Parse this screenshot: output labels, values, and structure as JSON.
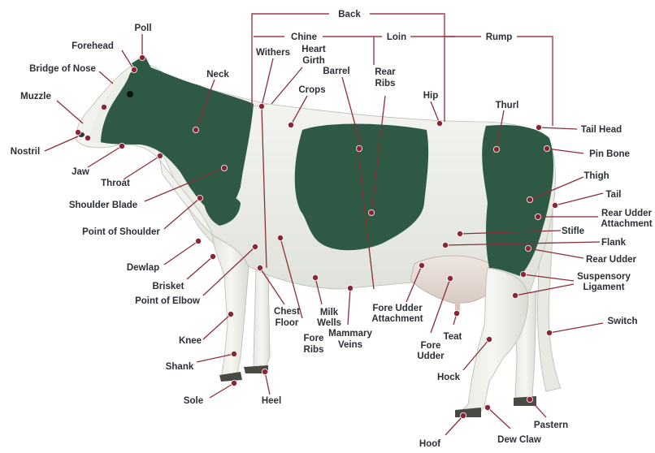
{
  "diagram": {
    "groups": {
      "back": "Back",
      "chine": "Chine",
      "loin": "Loin",
      "rump": "Rump"
    },
    "labels": {
      "poll": "Poll",
      "forehead": "Forehead",
      "bridge_of_nose": "Bridge of Nose",
      "muzzle": "Muzzle",
      "nostril": "Nostril",
      "jaw": "Jaw",
      "throat": "Throat",
      "shoulder_blade": "Shoulder Blade",
      "point_of_shoulder": "Point of Shoulder",
      "dewlap": "Dewlap",
      "brisket": "Brisket",
      "point_of_elbow": "Point of Elbow",
      "knee": "Knee",
      "shank": "Shank",
      "sole": "Sole",
      "heel": "Heel",
      "neck": "Neck",
      "withers": "Withers",
      "heart_girth_1": "Heart",
      "heart_girth_2": "Girth",
      "crops": "Crops",
      "barrel": "Barrel",
      "rear_ribs_1": "Rear",
      "rear_ribs_2": "Ribs",
      "hip": "Hip",
      "thurl": "Thurl",
      "tail_head": "Tail Head",
      "pin_bone": "Pin Bone",
      "thigh": "Thigh",
      "tail": "Tail",
      "rear_udder_attachment_1": "Rear Udder",
      "rear_udder_attachment_2": "Attachment",
      "stifle": "Stifle",
      "flank": "Flank",
      "rear_udder": "Rear Udder",
      "suspensory_ligament_1": "Suspensory",
      "suspensory_ligament_2": "Ligament",
      "switch": "Switch",
      "pastern": "Pastern",
      "dew_claw": "Dew Claw",
      "hoof": "Hoof",
      "hock": "Hock",
      "teat": "Teat",
      "fore_udder_1": "Fore",
      "fore_udder_2": "Udder",
      "fore_udder_attachment_1": "Fore Udder",
      "fore_udder_attachment_2": "Attachment",
      "mammary_veins_1": "Mammary",
      "mammary_veins_2": "Veins",
      "milk_wells_1": "Milk",
      "milk_wells_2": "Wells",
      "fore_ribs_1": "Fore",
      "fore_ribs_2": "Ribs",
      "chest_floor_1": "Chest",
      "chest_floor_2": "Floor"
    },
    "colors": {
      "coat_dark": "#2e5a45",
      "coat_light": "#eef0ea",
      "point_marker": "#8a2535",
      "leader_line": "#8a2f3a",
      "text": "#2b2f35"
    }
  }
}
